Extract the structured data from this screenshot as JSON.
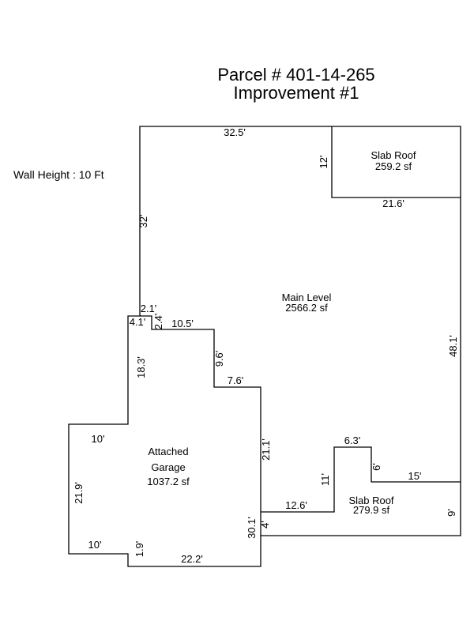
{
  "header": {
    "parcel": "Parcel # 401-14-265",
    "improvement": "Improvement #1"
  },
  "note": {
    "wall_height": "Wall Height : 10 Ft"
  },
  "areas": {
    "slab_roof_top_name": "Slab Roof",
    "slab_roof_top_sf": "259.2 sf",
    "main_name": "Main Level",
    "main_sf": "2566.2 sf",
    "garage_name_1": "Attached",
    "garage_name_2": "Garage",
    "garage_sf": "1037.2 sf",
    "slab_roof_bottom_name": "Slab Roof",
    "slab_roof_bottom_sf": "279.9 sf"
  },
  "dims": {
    "top_width": "32.5'",
    "slab_top_height": "12'",
    "slab_top_width": "21.6'",
    "left_wall": "32'",
    "right_wall": "48.1'",
    "d_2_1": "2.1'",
    "d_4_1": "4.1'",
    "d_2_4": "2.4'",
    "d_10_5": "10.5'",
    "d_9_6": "9.6'",
    "d_18_3": "18.3'",
    "d_7_6": "7.6'",
    "garage_top": "10'",
    "garage_left": "21.9'",
    "garage_bottom_left": "10'",
    "d_1_9": "1.9'",
    "garage_bottom": "22.2'",
    "d_21_1": "21.1'",
    "d_30_1": "30.1'",
    "d_4": "4'",
    "d_12_6": "12.6'",
    "d_11": "11'",
    "d_6_3": "6.3'",
    "d_6": "6'",
    "d_15": "15'",
    "d_9": "9'"
  }
}
